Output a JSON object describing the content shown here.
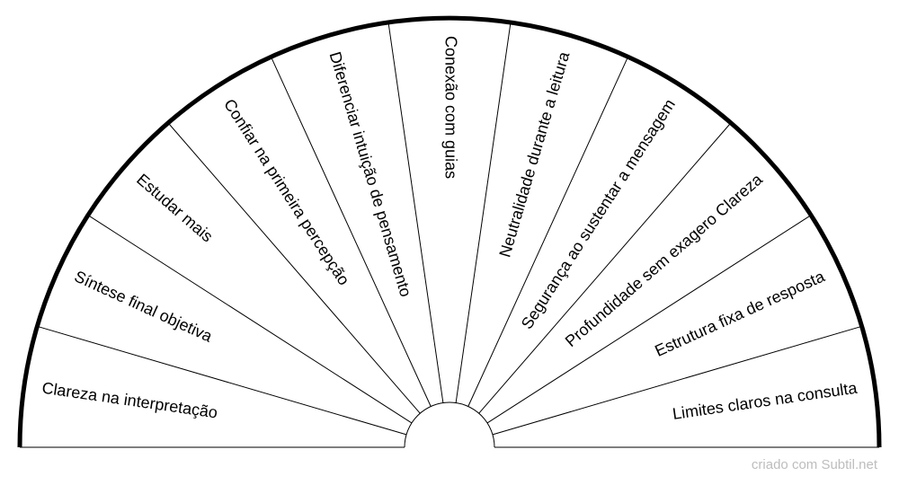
{
  "chart": {
    "sectors": [
      "Clareza na interpretação",
      "Síntese final objetiva",
      "Estudar mais",
      "Confiar na primeira percepção",
      "Diferenciar intuição de pensamento",
      "Conexão com guias",
      "Neutralidade durante a leitura",
      "Segurança ao sustentar a mensagem",
      "Profundidade sem exagero Clareza",
      "Estrutura fixa de resposta",
      "Limites claros na consulta"
    ]
  },
  "footer": {
    "credit": "criado com Subtil.net"
  }
}
